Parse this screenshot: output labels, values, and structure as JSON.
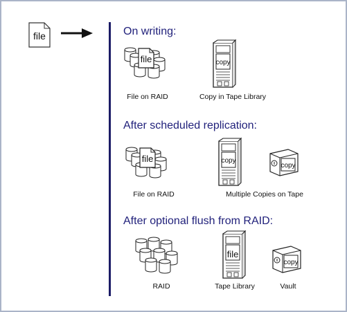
{
  "source_file": {
    "label": "file"
  },
  "sections": [
    {
      "heading": "On writing:",
      "items": [
        {
          "icon": "disk-stack-with-file-icon",
          "icon_label": "file",
          "caption": "File on RAID"
        },
        {
          "icon": "tape-library-icon",
          "icon_label": "copy",
          "caption": "Copy in Tape Library"
        }
      ]
    },
    {
      "heading": "After scheduled replication:",
      "items": [
        {
          "icon": "disk-stack-with-file-icon",
          "icon_label": "file",
          "caption": "File on RAID"
        },
        {
          "icon": "tape-library-and-vault-icon",
          "icon_label": "copy",
          "icon_label_2": "copy",
          "caption": "Multiple Copies on Tape"
        }
      ]
    },
    {
      "heading": "After optional flush from RAID:",
      "items": [
        {
          "icon": "disk-stack-icon",
          "caption": "RAID"
        },
        {
          "icon": "tape-library-icon",
          "icon_label": "file",
          "caption": "Tape Library"
        },
        {
          "icon": "vault-icon",
          "icon_label": "copy",
          "caption": "Vault"
        }
      ]
    }
  ],
  "colors": {
    "heading": "#1f1f7a",
    "divider": "#1c1c66",
    "frame": "#aab4c8",
    "icon_stroke": "#222222"
  }
}
